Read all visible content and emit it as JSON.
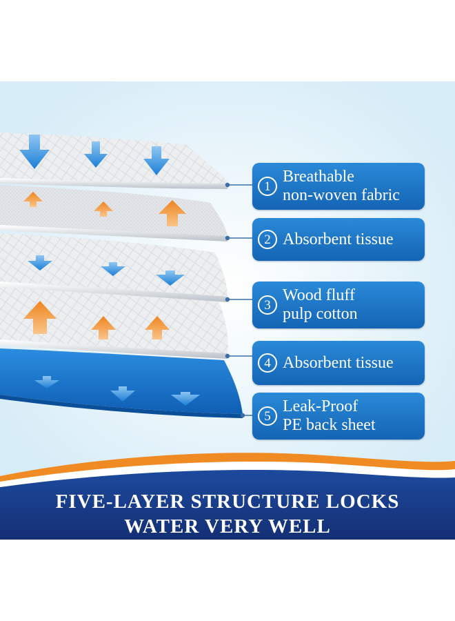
{
  "colors": {
    "tag_blue": "#1a74c6",
    "banner_navy": "#16357f",
    "accent_orange": "#f08a22",
    "arrow_blue": "#1f86dc",
    "layer_gray": "#e6e9ec",
    "back_sheet_blue": "#1570c9"
  },
  "layers": [
    {
      "number": "1",
      "lines": [
        "Breathable",
        "non-woven fabric"
      ]
    },
    {
      "number": "2",
      "lines": [
        "Absorbent tissue"
      ]
    },
    {
      "number": "3",
      "lines": [
        "Wood fluff",
        "pulp cotton"
      ]
    },
    {
      "number": "4",
      "lines": [
        "Absorbent tissue"
      ]
    },
    {
      "number": "5",
      "lines": [
        "Leak-Proof",
        "PE back sheet"
      ]
    }
  ],
  "arrows": [
    {
      "direction": "down",
      "color": "blue"
    },
    {
      "direction": "up",
      "color": "orange"
    }
  ],
  "banner": {
    "line1": "FIVE-LAYER STRUCTURE LOCKS",
    "line2": "WATER VERY WELL"
  }
}
